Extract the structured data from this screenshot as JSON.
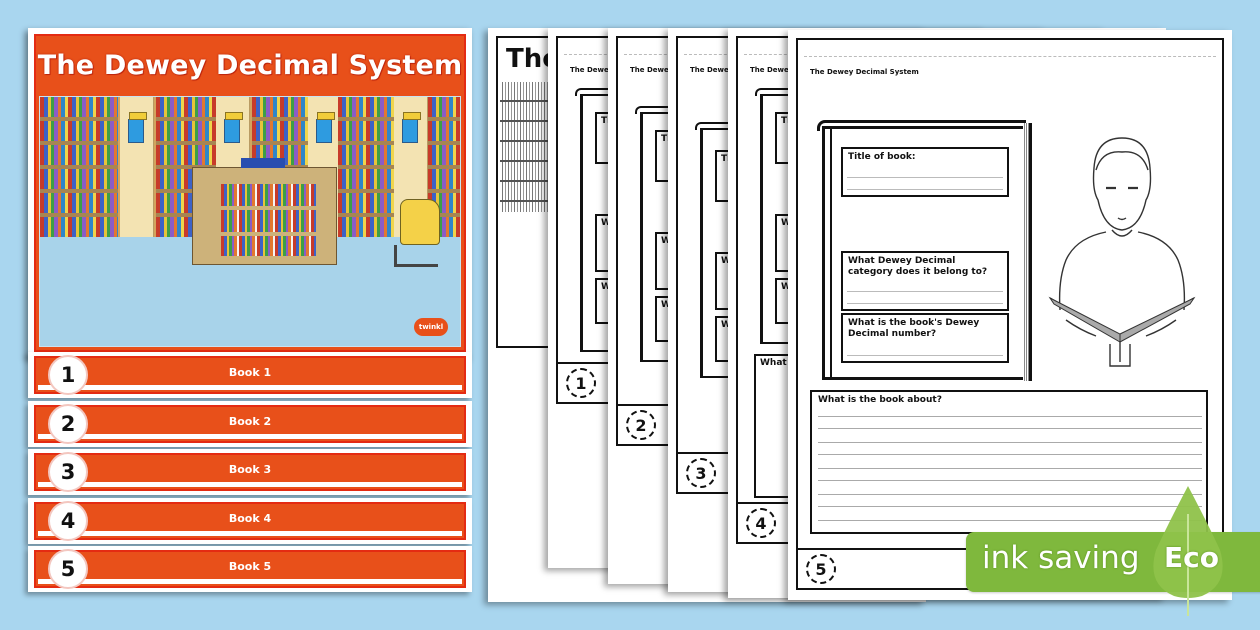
{
  "cover": {
    "title": "The Dewey Decimal System",
    "brand_logo": "twinkl",
    "accent_color": "#e8501a",
    "border_color": "#e42b12",
    "books": [
      {
        "number": "1",
        "label": "Book 1"
      },
      {
        "number": "2",
        "label": "Book 2"
      },
      {
        "number": "3",
        "label": "Book 3"
      },
      {
        "number": "4",
        "label": "Book 4"
      },
      {
        "number": "5",
        "label": "Book 5"
      }
    ]
  },
  "bw_cover": {
    "title_partial": "The"
  },
  "worksheets": [
    {
      "number": "1",
      "title": "The Dewey Decimal System"
    },
    {
      "number": "2",
      "title": "The Dewey Decimal System"
    },
    {
      "number": "3",
      "title": "The Dewey Decimal System"
    },
    {
      "number": "4",
      "title": "The Dewey Decimal System"
    },
    {
      "number": "5",
      "title": "The Dewey Decimal System"
    }
  ],
  "front_worksheet": {
    "title": "The Dewey Decimal System",
    "number": "5",
    "fields": {
      "title_of_book": "Title of book:",
      "category": "What Dewey Decimal category does it belong to?",
      "dewey_number": "What is the book's Dewey Decimal number?",
      "about": "What is the book about?"
    },
    "partial_labels": {
      "title_prefix": "Ti",
      "what_prefix": "W",
      "what_word": "What"
    }
  },
  "badge": {
    "text": "ink saving",
    "eco_label": "Eco",
    "color": "#7fb83d",
    "leaf_color": "#8fc24a"
  }
}
